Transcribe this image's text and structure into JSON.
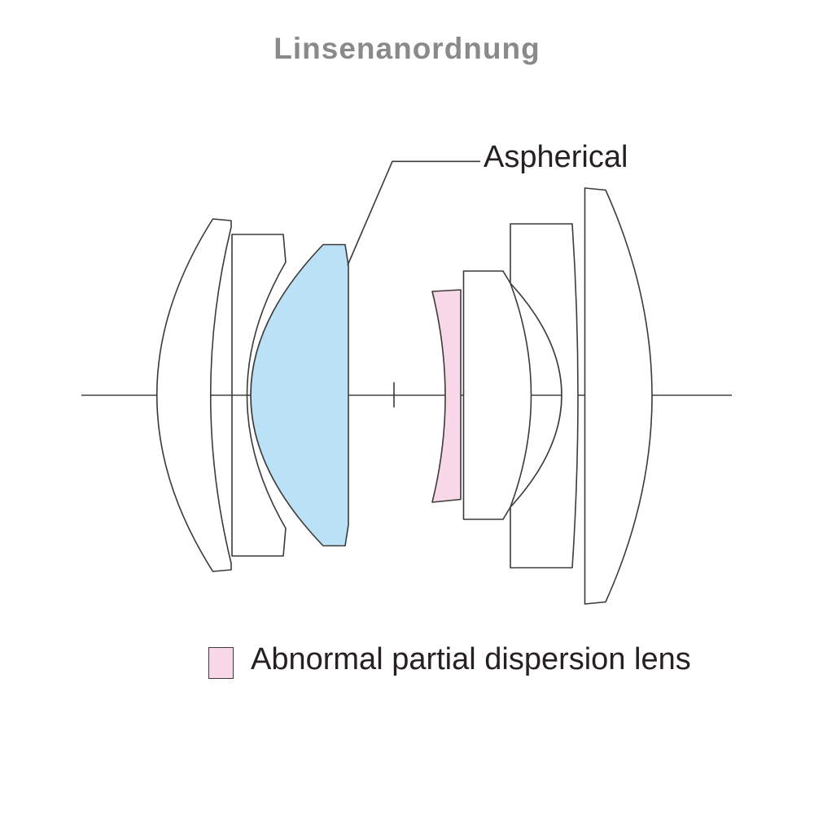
{
  "title": {
    "text": "Linsenanordnung"
  },
  "callout": {
    "label": "Aspherical"
  },
  "legend": {
    "label": "Abnormal partial dispersion lens"
  },
  "colors": {
    "line": "#3d3a39",
    "title_text": "#8a8a8a",
    "label_text": "#262120",
    "aspherical_fill": "#bae1f6",
    "dispersion_fill": "#f8d8e8",
    "glass_fill": "#ffffff",
    "background": "#ffffff"
  }
}
